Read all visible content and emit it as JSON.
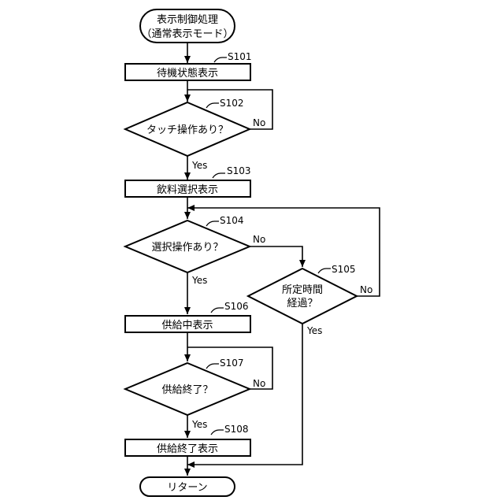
{
  "flowchart": {
    "start": {
      "line1": "表示制御処理",
      "line2": "（通常表示モード）"
    },
    "s101": {
      "step": "S101",
      "label": "待機状態表示"
    },
    "s102": {
      "step": "S102",
      "label": "タッチ操作あり？",
      "no": "No",
      "yes": "Yes"
    },
    "s103": {
      "step": "S103",
      "label": "飲料選択表示"
    },
    "s104": {
      "step": "S104",
      "label": "選択操作あり？",
      "no": "No",
      "yes": "Yes"
    },
    "s105": {
      "step": "S105",
      "line1": "所定時間",
      "line2": "経過？",
      "no": "No",
      "yes": "Yes"
    },
    "s106": {
      "step": "S106",
      "label": "供給中表示"
    },
    "s107": {
      "step": "S107",
      "label": "供給終了？",
      "no": "No",
      "yes": "Yes"
    },
    "s108": {
      "step": "S108",
      "label": "供給終了表示"
    },
    "end": {
      "label": "リターン"
    }
  }
}
